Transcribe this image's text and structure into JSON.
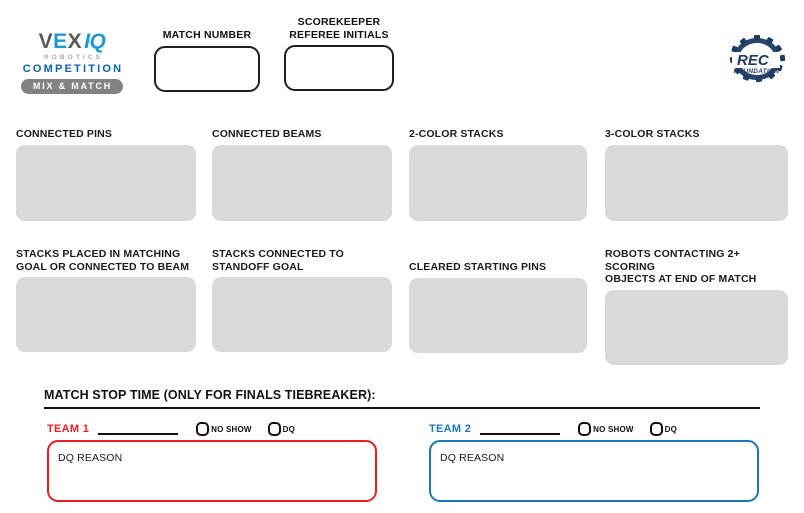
{
  "header": {
    "logo": {
      "v": "V",
      "e": "E",
      "x": "X",
      "iq": "IQ",
      "robotics": "ROBOTICS",
      "competition": "COMPETITION",
      "mix_match": "MIX & MATCH",
      "brand_blue": "#1b9ad6",
      "brand_gray": "#808285"
    },
    "fields": [
      {
        "name": "match-number",
        "label": "MATCH NUMBER",
        "value": ""
      },
      {
        "name": "scorekeeper",
        "label": "SCOREKEEPER\nREFEREE INITIALS",
        "value": ""
      }
    ],
    "rec_logo": {
      "title": "REC",
      "subtitle": "FOUNDATION",
      "color": "#1f3b63"
    }
  },
  "scoring": {
    "box_color": "#d9d9d9",
    "cells": [
      {
        "name": "connected-pins",
        "label": "CONNECTED PINS",
        "value": ""
      },
      {
        "name": "connected-beams",
        "label": "CONNECTED BEAMS",
        "value": ""
      },
      {
        "name": "2color-stacks",
        "label": "2-COLOR STACKS",
        "value": ""
      },
      {
        "name": "3color-stacks",
        "label": "3-COLOR STACKS",
        "value": ""
      },
      {
        "name": "stacks-matching-goal",
        "label": "STACKS PLACED IN MATCHING\nGOAL OR CONNECTED TO BEAM",
        "value": ""
      },
      {
        "name": "stacks-standoff-goal",
        "label": "STACKS CONNECTED TO\nSTANDOFF GOAL",
        "value": ""
      },
      {
        "name": "cleared-pins",
        "label": "CLEARED STARTING PINS",
        "value": ""
      },
      {
        "name": "robots-contacting",
        "label": "ROBOTS CONTACTING 2+ SCORING\nOBJECTS AT END OF MATCH",
        "value": ""
      }
    ]
  },
  "footer": {
    "stop_time_label": "MATCH STOP TIME (ONLY FOR FINALS TIEBREAKER):",
    "stop_time_value": "",
    "teams": [
      {
        "name": "team-1",
        "label": "TEAM 1",
        "color": "#ed1c24",
        "number_value": "",
        "no_show_label": "NO SHOW",
        "dq_label": "DQ",
        "no_show_checked": false,
        "dq_checked": false,
        "dq_reason_label": "DQ REASON",
        "dq_reason_value": ""
      },
      {
        "name": "team-2",
        "label": "TEAM 2",
        "color": "#1b75bb",
        "number_value": "",
        "no_show_label": "NO SHOW",
        "dq_label": "DQ",
        "no_show_checked": false,
        "dq_checked": false,
        "dq_reason_label": "DQ REASON",
        "dq_reason_value": ""
      }
    ]
  }
}
